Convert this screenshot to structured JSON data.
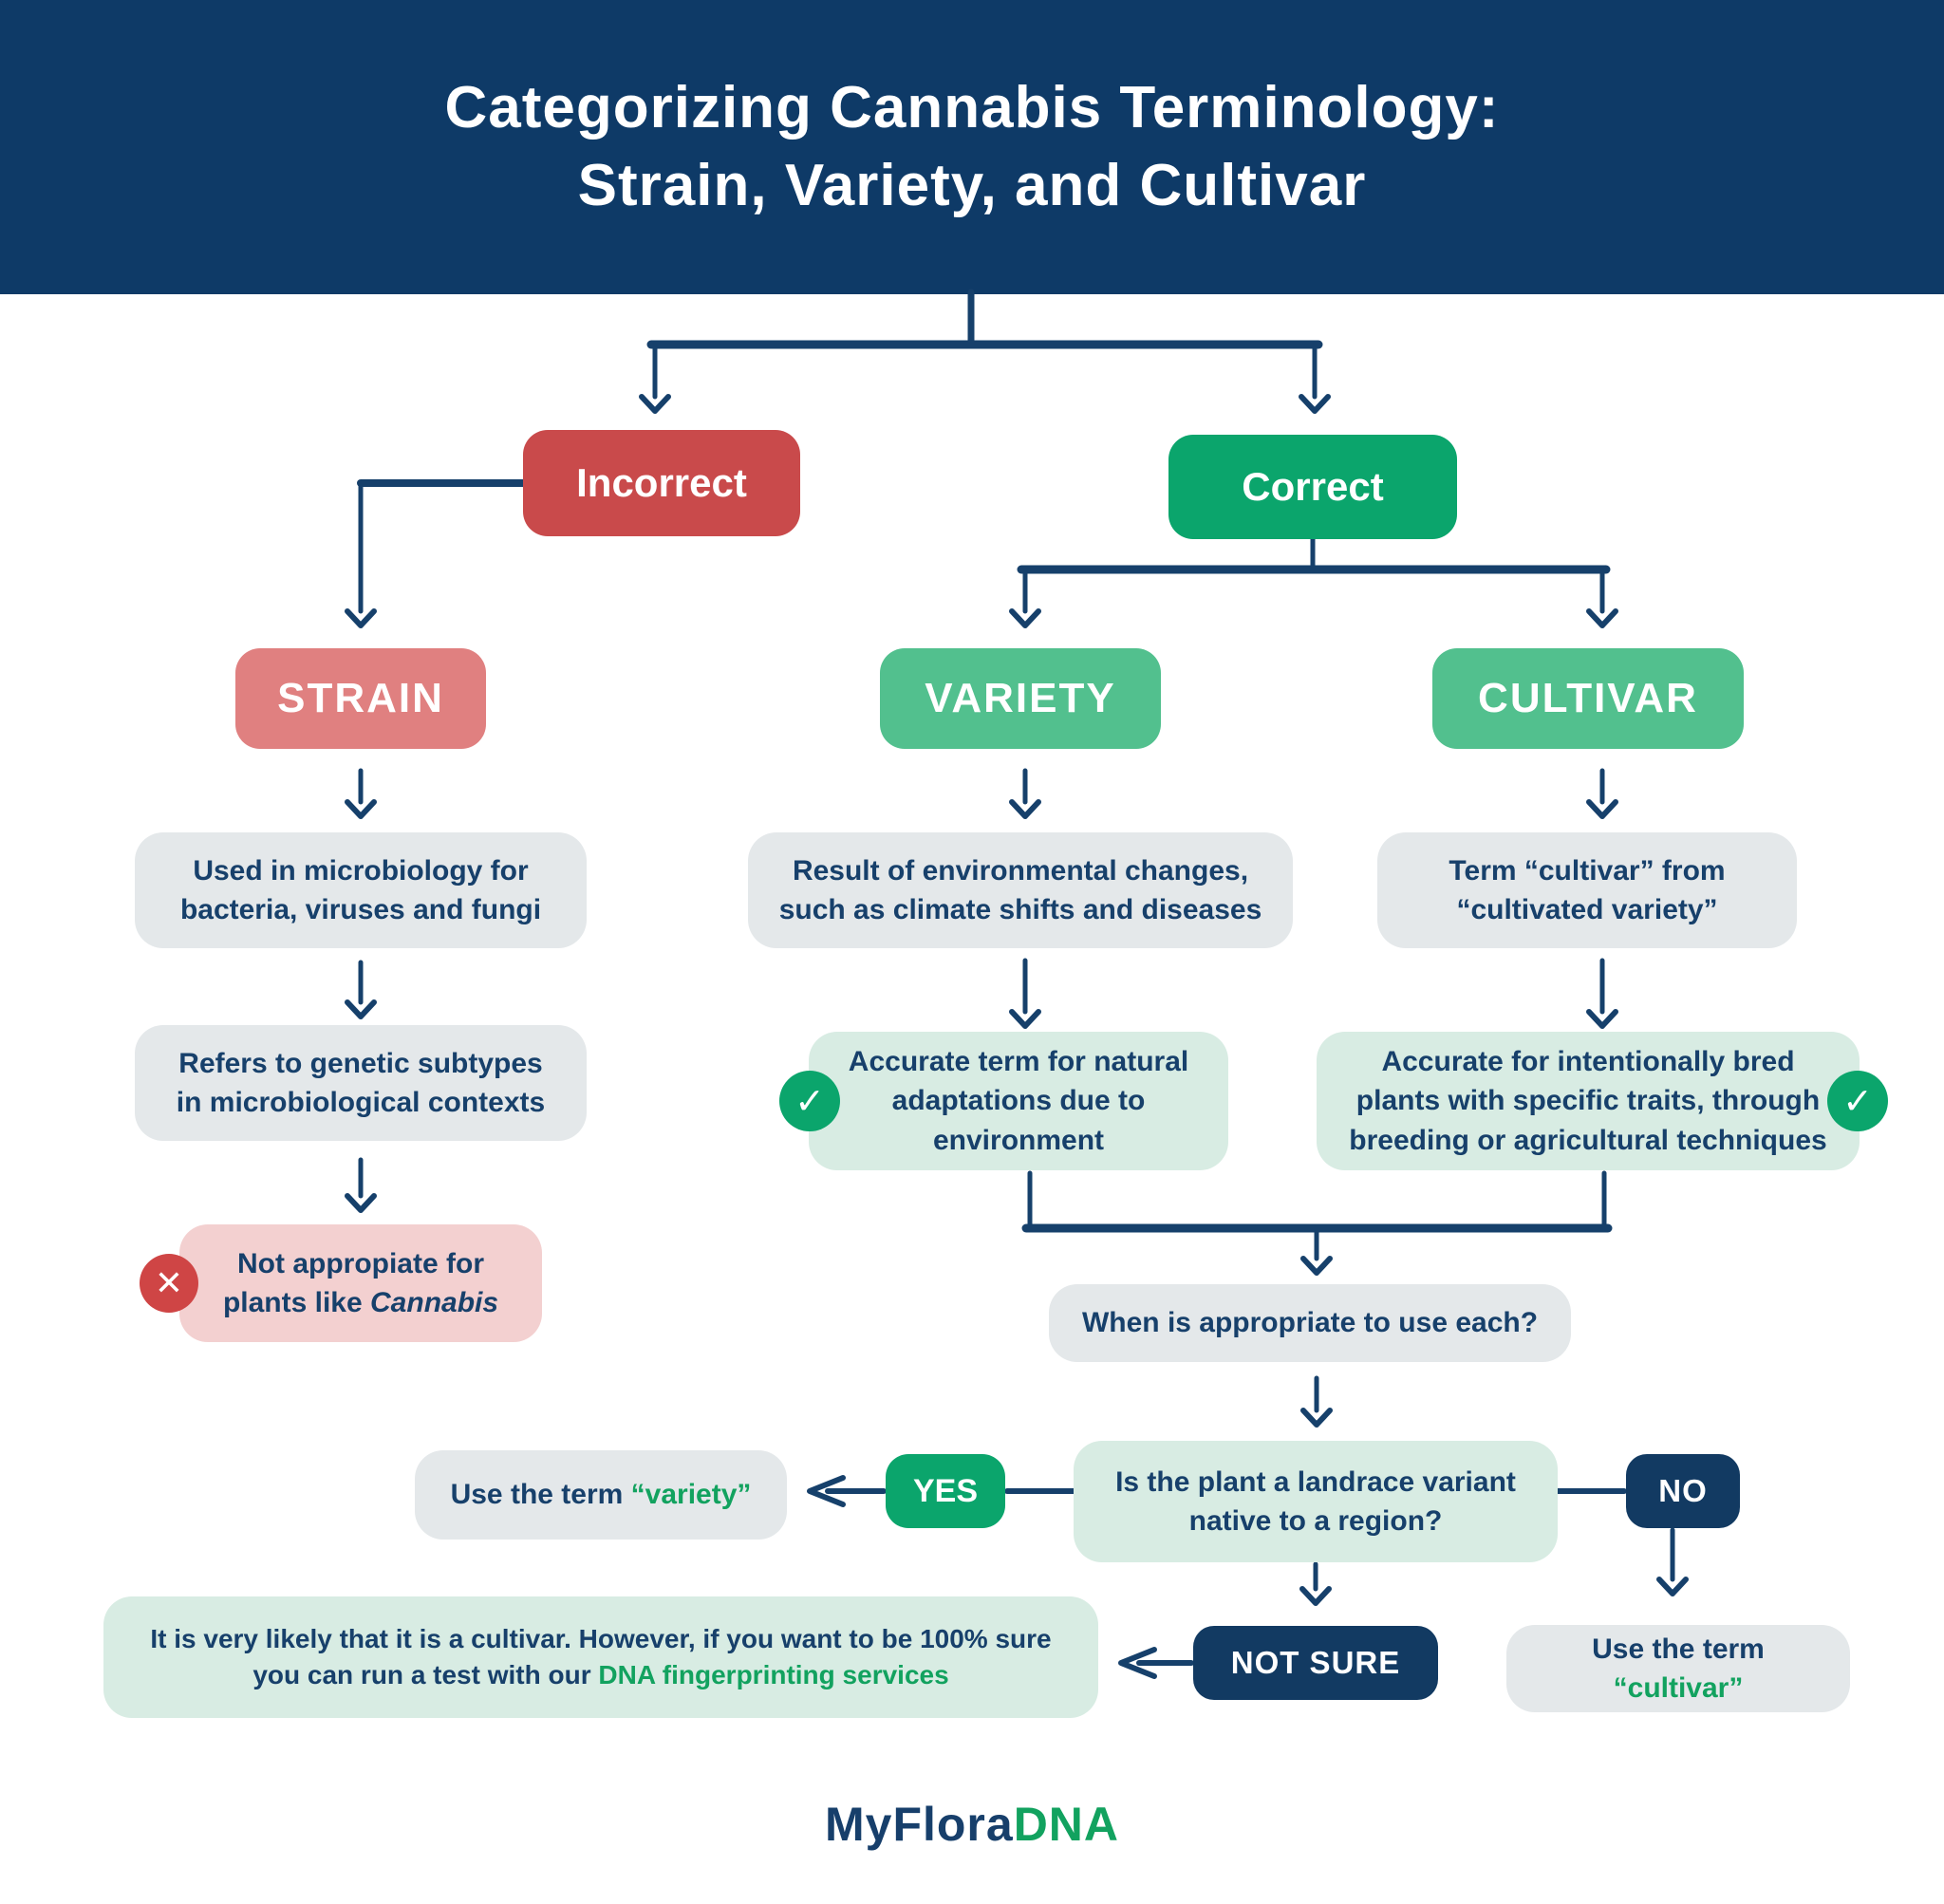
{
  "title": {
    "line1": "Categorizing Cannabis Terminology:",
    "line2": "Strain, Variety, and Cultivar"
  },
  "colors": {
    "header_navy": "#0e3a67",
    "connector_navy": "#16406b",
    "incorrect_red": "#c94a4b",
    "strain_salmon": "#e08080",
    "correct_green": "#0ba56c",
    "term_green": "#52c08e",
    "grey_box": "#e4e8ea",
    "light_green_box": "#d8ece3",
    "pink_box": "#f3d0d0",
    "cross_red": "#cf4545",
    "text_navy": "#17406b",
    "accent_green_text": "#12a25f"
  },
  "incorrect_branch": {
    "label": "Incorrect",
    "term_label": "STRAIN",
    "desc1": "Used in microbiology for bacteria, viruses and fungi",
    "desc2": "Refers to genetic subtypes in microbiological contexts",
    "verdict_prefix": "Not appropiate for plants like ",
    "verdict_italic": "Cannabis"
  },
  "correct_branch": {
    "label": "Correct",
    "variety": {
      "term_label": "VARIETY",
      "desc": "Result of environmental changes, such as climate shifts and diseases",
      "accurate": "Accurate term for natural adaptations due to environment"
    },
    "cultivar": {
      "term_label": "CULTIVAR",
      "desc": "Term “cultivar” from “cultivated variety”",
      "accurate": "Accurate for intentionally bred plants with specific traits, through breeding or agricultural techniques"
    }
  },
  "decision": {
    "intro": "When is appropriate to use each?",
    "question": "Is the plant a landrace variant native to a region?",
    "yes_label": "YES",
    "no_label": "NO",
    "not_sure_label": "NOT SURE",
    "use_variety_prefix": "Use the term ",
    "use_variety_term": "“variety”",
    "use_cultivar_prefix": "Use the term ",
    "use_cultivar_term": "“cultivar”",
    "not_sure_prefix": "It is very likely that it is a cultivar. However, if you want to be 100% sure you can run a test with our ",
    "not_sure_highlight": "DNA fingerprinting services"
  },
  "icons": {
    "check": "✓",
    "cross": "✕"
  },
  "logo": {
    "part1": "MyFlora",
    "part2": "DNA"
  }
}
